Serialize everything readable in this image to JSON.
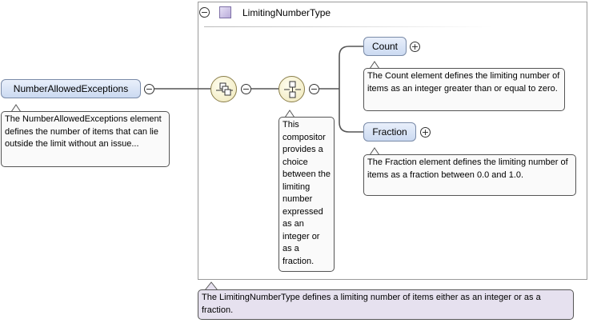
{
  "root_element": {
    "label": "NumberAllowedExceptions",
    "annotation": "The NumberAllowedExceptions element defines the number of items that can lie outside the limit without an issue..."
  },
  "complex_type": {
    "label": "LimitingNumberType",
    "annotation": "The LimitingNumberType defines a limiting number of items either as an integer or as a fraction."
  },
  "compositor": {
    "annotation": "This compositor provides a choice between the limiting number expressed as an integer or as a fraction."
  },
  "children": [
    {
      "label": "Count",
      "annotation": "The Count element defines the limiting number of items as an integer greater than or equal to zero."
    },
    {
      "label": "Fraction",
      "annotation": "The Fraction element defines the limiting number of items as a fraction between 0.0 and 1.0."
    }
  ],
  "symbols": {
    "collapse": "⊖",
    "expand": "⊕"
  },
  "colors": {
    "element_fill": "#cbdaf1",
    "type_note_fill": "#e6e1ef",
    "compositor_fill": "#efe7b8"
  }
}
